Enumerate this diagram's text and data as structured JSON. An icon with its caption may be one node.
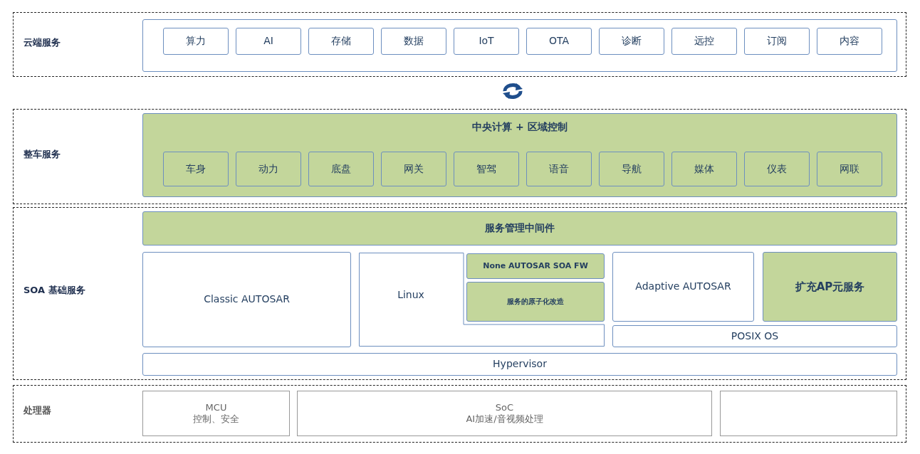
{
  "diagram": {
    "nodes": [
      {
        "text": [
          "云端服务"
        ]
      },
      {
        "text": [],
        "shape": "box",
        "in": 0
      },
      {
        "text": [
          "算力"
        ],
        "in": 1
      },
      {
        "text": [
          "AI"
        ],
        "in": 1
      },
      {
        "text": [
          "存储"
        ],
        "in": 1
      },
      {
        "text": [
          "数据"
        ],
        "in": 1
      },
      {
        "text": [
          "IoT"
        ],
        "in": 1
      },
      {
        "text": [
          "OTA"
        ],
        "in": 1
      },
      {
        "text": [
          "诊断"
        ],
        "in": 1
      },
      {
        "text": [
          "远控"
        ],
        "in": 1
      },
      {
        "text": [
          "订阅"
        ],
        "in": 1
      },
      {
        "text": [
          "内容"
        ],
        "in": 1
      },
      {
        "text": [
          "整车服务"
        ]
      },
      {
        "text": [
          "中央计算 + 区域控制"
        ],
        "in": 12
      },
      {
        "text": [
          "车身"
        ],
        "in": 13
      },
      {
        "text": [
          "动力"
        ],
        "in": 13
      },
      {
        "text": [
          "底盘"
        ],
        "in": 13
      },
      {
        "text": [
          "网关"
        ],
        "in": 13
      },
      {
        "text": [
          "智驾"
        ],
        "in": 13
      },
      {
        "text": [
          "语音"
        ],
        "in": 13
      },
      {
        "text": [
          "导航"
        ],
        "in": 13
      },
      {
        "text": [
          "媒体"
        ],
        "in": 13
      },
      {
        "text": [
          "仪表"
        ],
        "in": 13
      },
      {
        "text": [
          "网联"
        ],
        "in": 13
      },
      {
        "text": [
          "SOA 基础服务"
        ]
      },
      {
        "text": [
          "服务管理中间件"
        ],
        "in": 24
      },
      {
        "text": [
          "Classic AUTOSAR"
        ],
        "in": 24
      },
      {
        "text": [
          "Linux"
        ],
        "in": 24
      },
      {
        "text": [
          "None AUTOSAR SOA FW"
        ],
        "in": 24
      },
      {
        "text": [
          "服务的原子化改造"
        ],
        "in": 24
      },
      {
        "text": [
          "Adaptive AUTOSAR"
        ],
        "in": 24
      },
      {
        "text": [
          "扩充AP元服务"
        ],
        "in": 24
      },
      {
        "text": [
          "POSIX OS"
        ],
        "in": 24
      },
      {
        "text": [
          "Hypervisor"
        ],
        "in": 24
      },
      {
        "text": [
          "处理器"
        ]
      },
      {
        "text": [
          "MCU",
          "控制、安全"
        ],
        "in": 34
      },
      {
        "text": [
          "SoC",
          "AI加速/音视频处理"
        ],
        "in": 34
      },
      {
        "text": [],
        "shape": "box",
        "in": 34
      }
    ],
    "edges": []
  }
}
